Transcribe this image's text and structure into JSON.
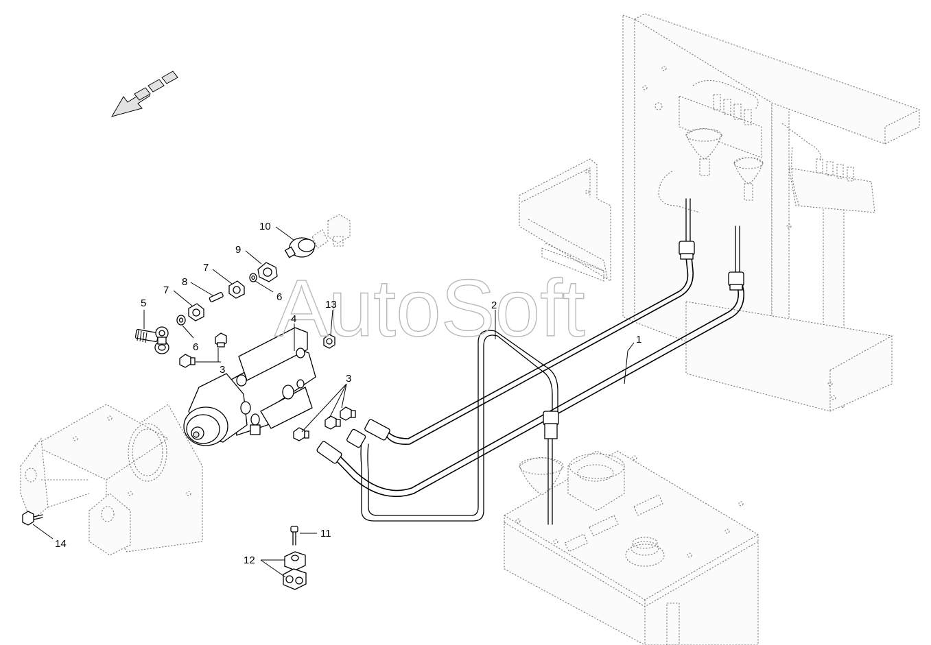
{
  "watermark": "AutoSoft",
  "callouts": [
    {
      "id": "c1",
      "label": "1"
    },
    {
      "id": "c2",
      "label": "2"
    },
    {
      "id": "c3a",
      "label": "3"
    },
    {
      "id": "c3b",
      "label": "3"
    },
    {
      "id": "c4",
      "label": "4"
    },
    {
      "id": "c5",
      "label": "5"
    },
    {
      "id": "c6a",
      "label": "6"
    },
    {
      "id": "c6b",
      "label": "6"
    },
    {
      "id": "c7a",
      "label": "7"
    },
    {
      "id": "c7b",
      "label": "7"
    },
    {
      "id": "c8",
      "label": "8"
    },
    {
      "id": "c9",
      "label": "9"
    },
    {
      "id": "c10",
      "label": "10"
    },
    {
      "id": "c11",
      "label": "11"
    },
    {
      "id": "c12",
      "label": "12"
    },
    {
      "id": "c13",
      "label": "13"
    },
    {
      "id": "c14",
      "label": "14"
    }
  ],
  "icons": {
    "direction": "direction-arrow-icon"
  }
}
